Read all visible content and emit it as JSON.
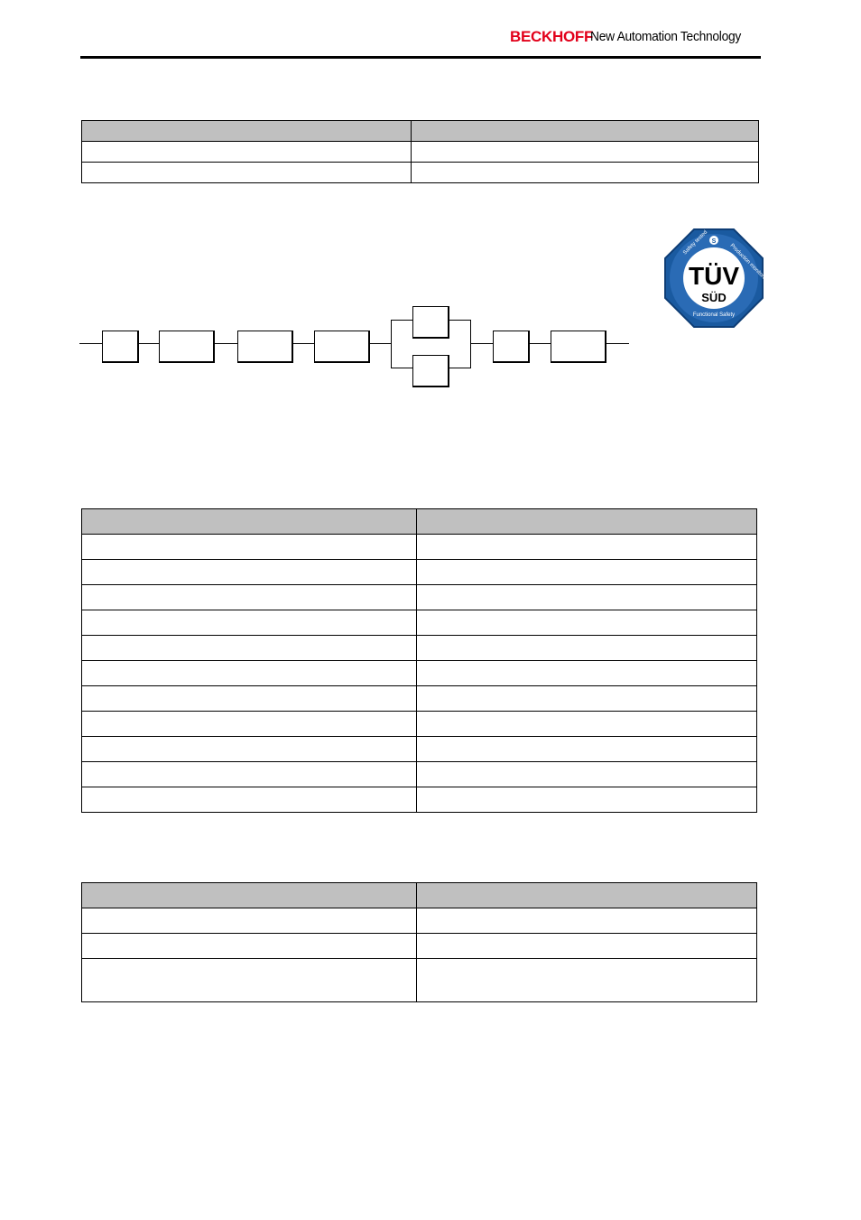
{
  "header": {
    "brand": "BECKHOFF",
    "tagline": "New Automation Technology",
    "brand_color": "#e2001a"
  },
  "seal": {
    "name": "tuv-sud-seal",
    "title": "TÜV",
    "subtitle": "SÜD",
    "ring_text_left": "Safety tested",
    "ring_text_right": "Production monitored",
    "ring_text_bottom": "Functional Safety",
    "colors": {
      "outer": "#1a5aa0",
      "inner": "#ffffff",
      "ring": "#2a6bb5"
    }
  },
  "tables": {
    "t1": {
      "rows": 3
    },
    "t2": {
      "rows": 12
    },
    "t3": {
      "rows": 4
    }
  },
  "diagram": {
    "type": "reliability-block-diagram",
    "series_blocks": 6,
    "parallel_blocks": 2
  }
}
